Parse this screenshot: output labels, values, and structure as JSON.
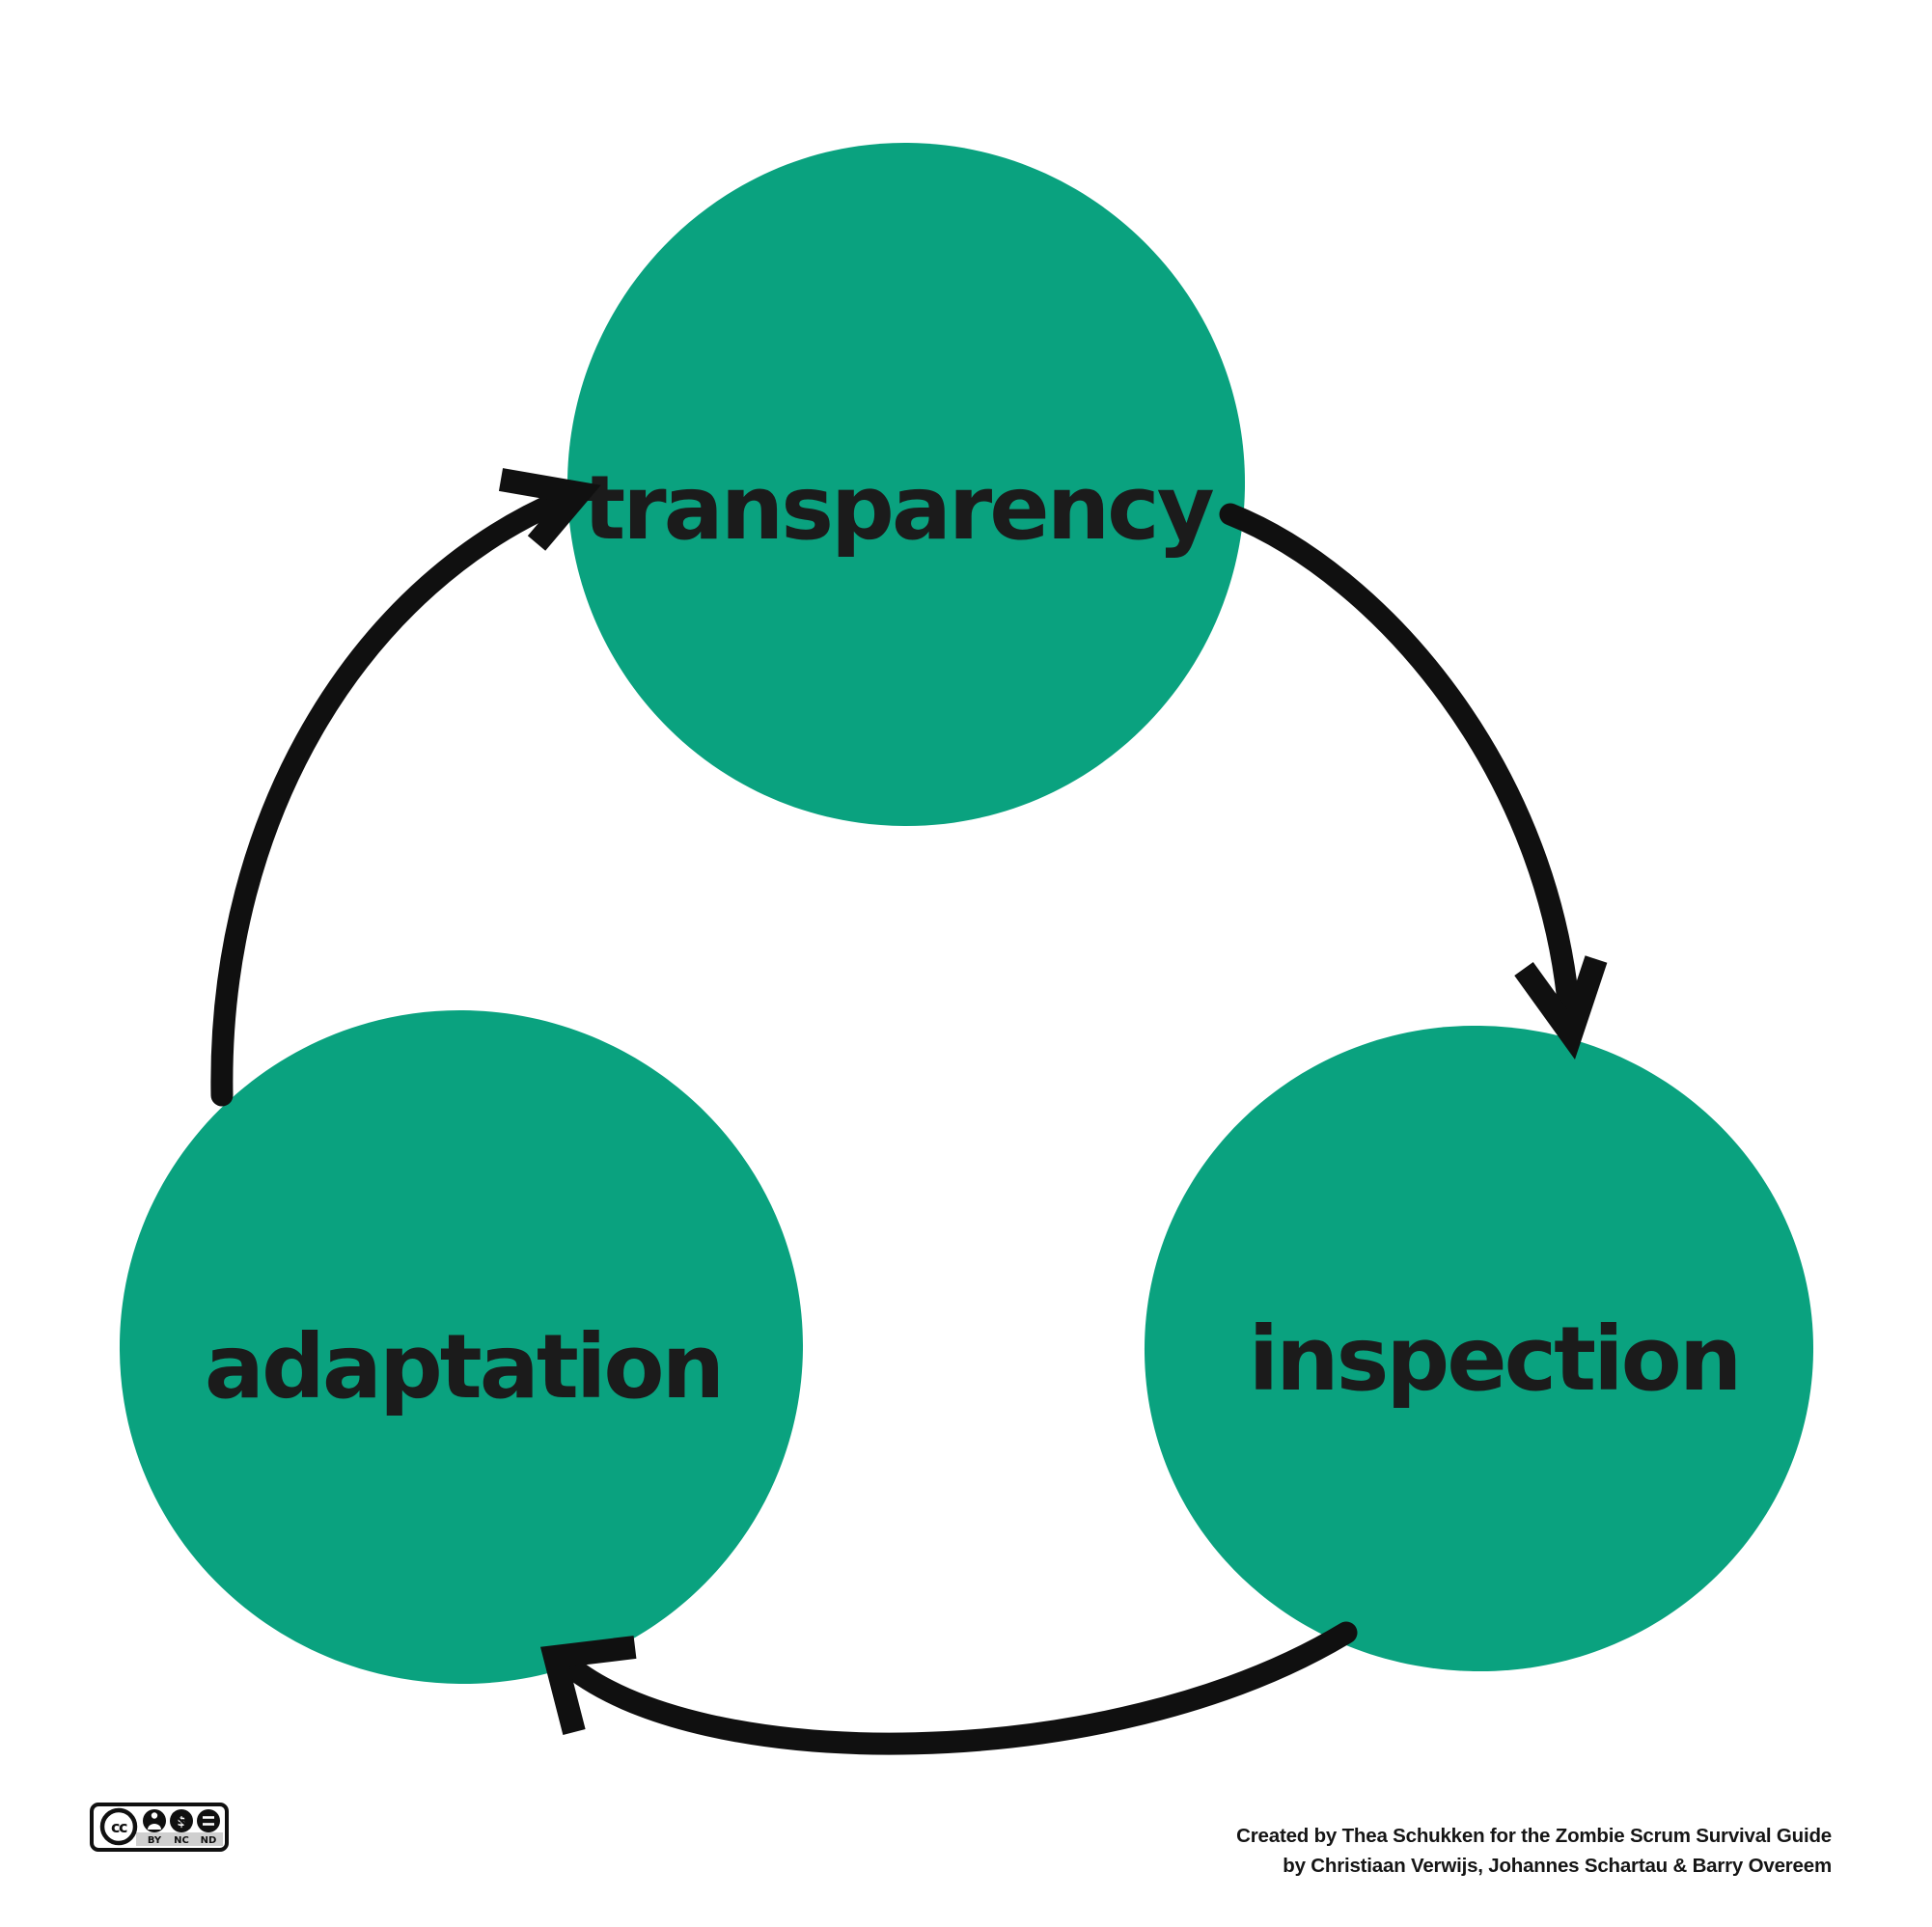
{
  "diagram": {
    "nodes": [
      {
        "id": "transparency",
        "label": "transparency"
      },
      {
        "id": "inspection",
        "label": "inspection"
      },
      {
        "id": "adaptation",
        "label": "adaptation"
      }
    ],
    "arrows": [
      {
        "from": "transparency",
        "to": "inspection"
      },
      {
        "from": "inspection",
        "to": "adaptation"
      },
      {
        "from": "adaptation",
        "to": "transparency"
      }
    ]
  },
  "colors": {
    "green": "#0aa27f",
    "ink": "#101010",
    "text": "#1b1b1b",
    "badge-gray": "#cfcfcf"
  },
  "license": {
    "cc_label": "cc",
    "codes": [
      "BY",
      "NC",
      "ND"
    ]
  },
  "attribution": {
    "line1": "Created by Thea Schukken for the Zombie Scrum Survival Guide",
    "line2": "by Christiaan Verwijs, Johannes Schartau & Barry Overeem"
  }
}
